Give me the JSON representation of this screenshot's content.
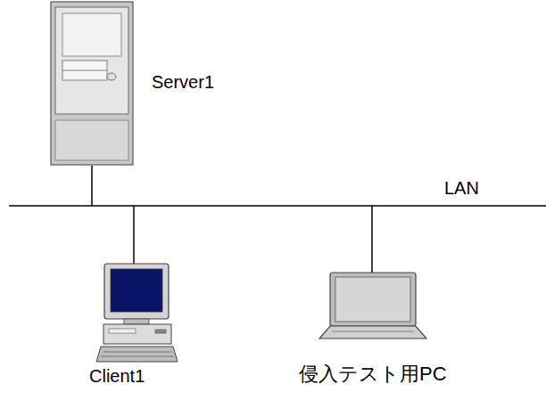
{
  "diagram": {
    "labels": [
      "Server1",
      "LAN",
      "Client1",
      "侵入テスト用PC"
    ]
  }
}
